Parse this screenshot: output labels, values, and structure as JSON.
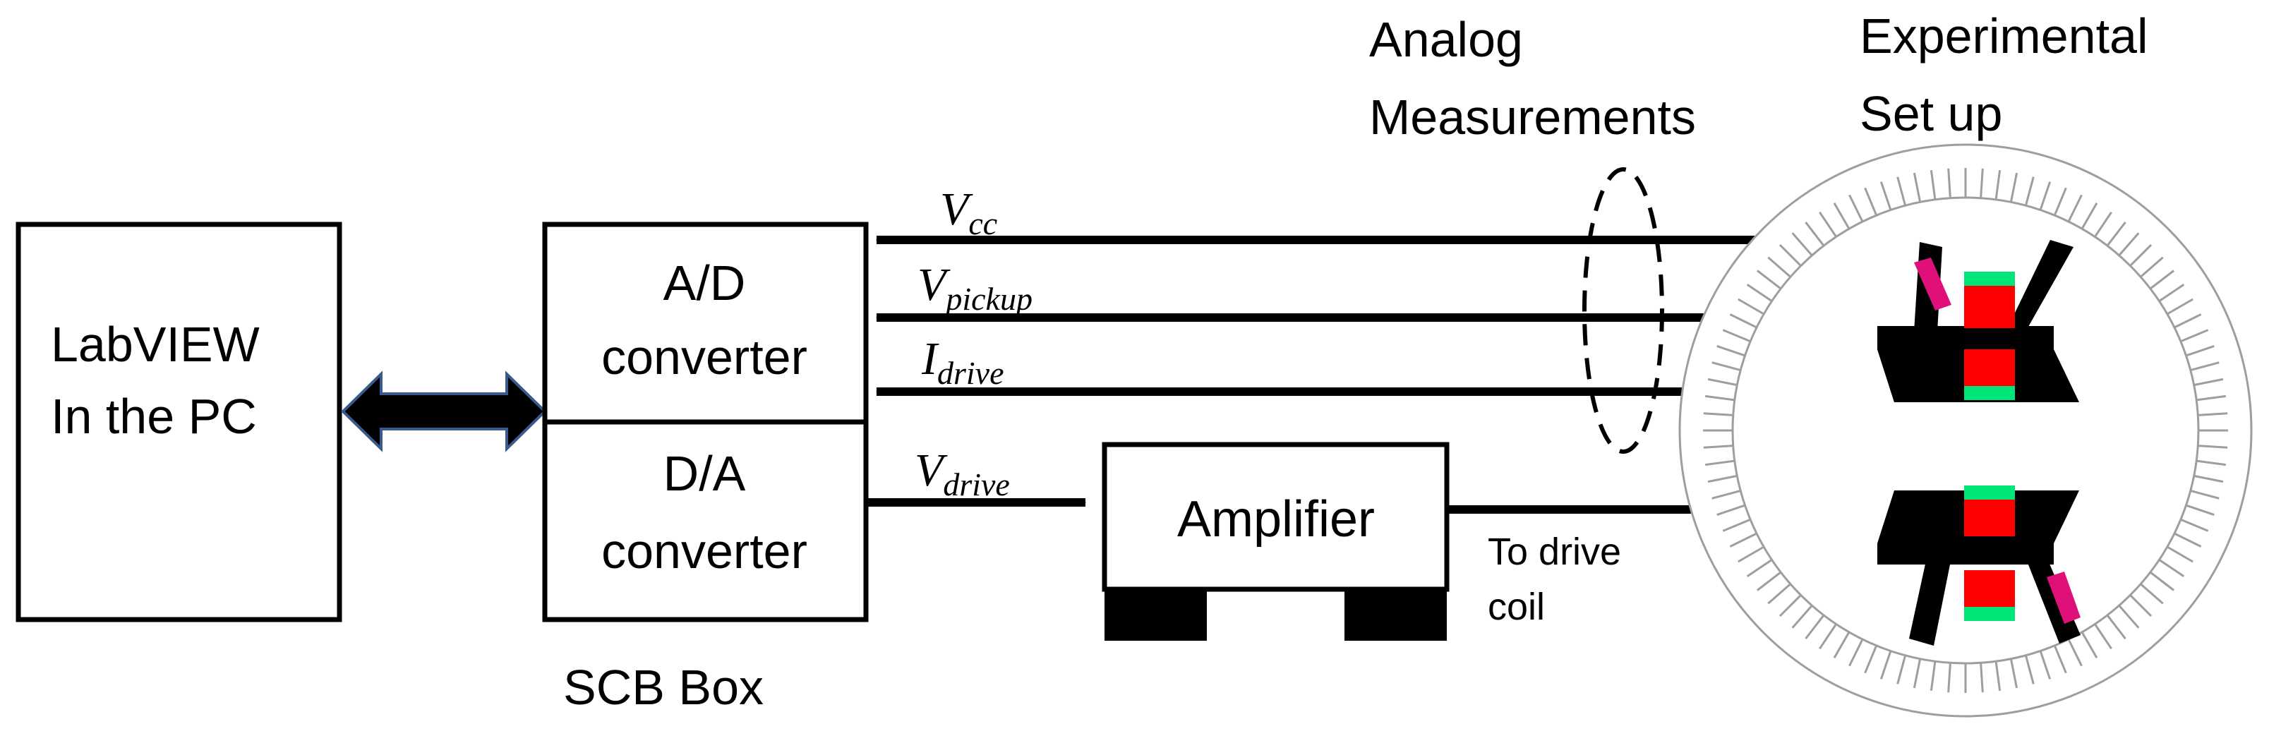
{
  "labview_box": {
    "line1": "LabVIEW",
    "line2": "In the PC"
  },
  "scb_box": {
    "ad_line1": "A/D",
    "ad_line2": "converter",
    "da_line1": "D/A",
    "da_line2": "converter",
    "caption": "SCB Box"
  },
  "amplifier": {
    "label": "Amplifier"
  },
  "signals": {
    "vcc": {
      "main": "V",
      "sub": "cc"
    },
    "vpickup": {
      "main": "V",
      "sub": "pickup"
    },
    "idrive": {
      "main": "I",
      "sub": "drive"
    },
    "vdrive": {
      "main": "V",
      "sub": "drive"
    }
  },
  "drive_note": {
    "line1": "To drive",
    "line2": "coil"
  },
  "analog_label": {
    "line1": "Analog",
    "line2": "Measurements"
  },
  "setup_label": {
    "line1": "Experimental",
    "line2": "Set up"
  },
  "colors": {
    "magnet": "#ff0000",
    "pole_tip": "#00e676",
    "pickup_coil": "#e0107a",
    "stator_line": "#9e9e9e"
  }
}
